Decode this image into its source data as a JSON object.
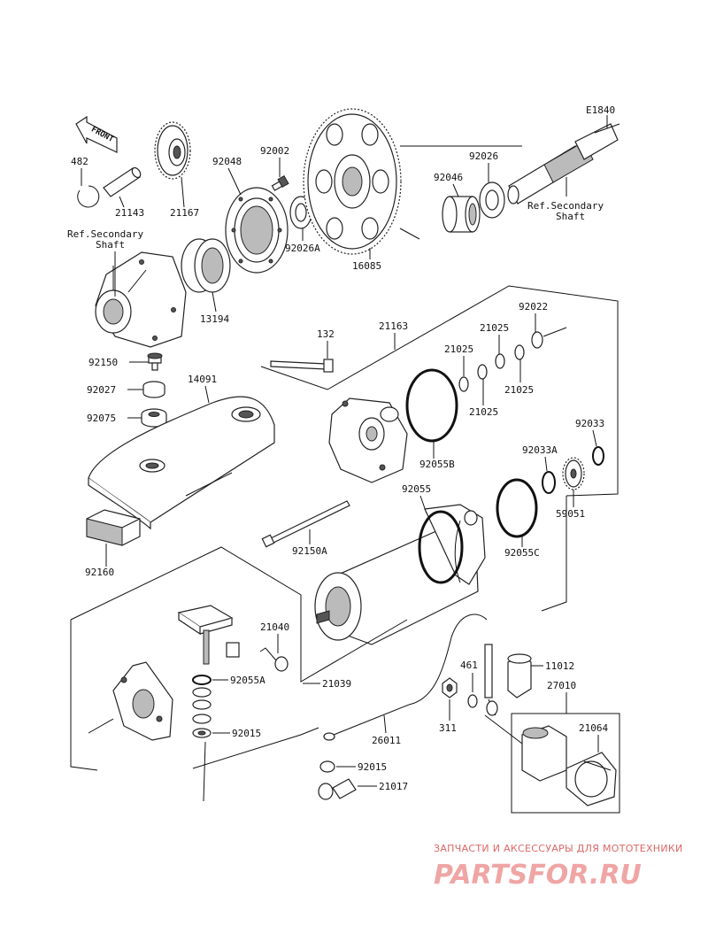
{
  "diagram_code": "E1840",
  "front_label": "FRONT",
  "ref_secondary_shaft_right": [
    "Ref.Secondary",
    "Shaft"
  ],
  "ref_secondary_shaft_left": [
    "Ref.Secondary",
    "Shaft"
  ],
  "parts": {
    "p482": "482",
    "p21143": "21143",
    "p21167": "21167",
    "p92048": "92048",
    "p92002": "92002",
    "p92026A": "92026A",
    "p16085": "16085",
    "p92046": "92046",
    "p92026": "92026",
    "p13194": "13194",
    "p92150": "92150",
    "p92027": "92027",
    "p92075": "92075",
    "p14091": "14091",
    "p92160": "92160",
    "p132": "132",
    "p21163": "21163",
    "p92022": "92022",
    "p21025a": "21025",
    "p21025b": "21025",
    "p21025c": "21025",
    "p21025d": "21025",
    "p92055B": "92055B",
    "p92033": "92033",
    "p92033A": "92033A",
    "p59051": "59051",
    "p92055": "92055",
    "p92150A": "92150A",
    "p92055C": "92055C",
    "p21040": "21040",
    "p92055A": "92055A",
    "p21039": "21039",
    "p92015a": "92015",
    "p92015b": "92015",
    "p21017": "21017",
    "p26011": "26011",
    "p311": "311",
    "p461": "461",
    "p11012": "11012",
    "p27010": "27010",
    "p21064": "21064"
  },
  "watermark": {
    "line1": "ЗАПЧАСТИ И АКСЕССУАРЫ ДЛЯ МОТОТЕХНИКИ",
    "line2": "PARTSFOR.RU"
  }
}
